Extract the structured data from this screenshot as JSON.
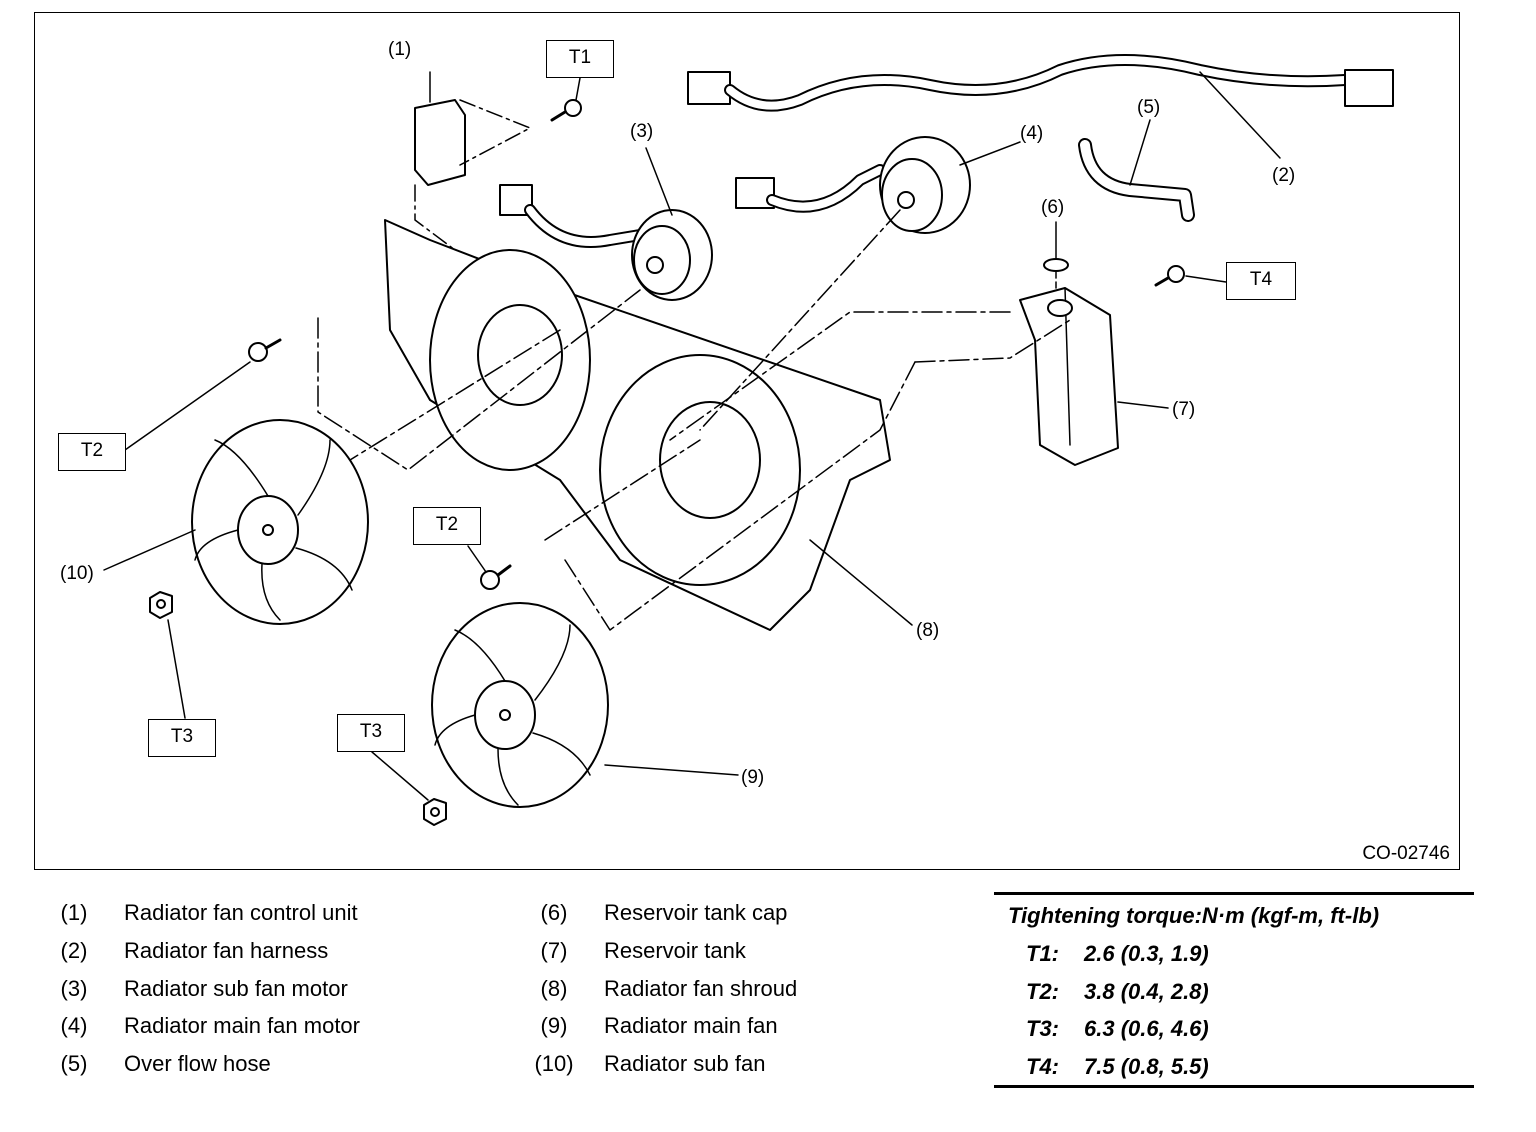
{
  "diagram": {
    "figure_id": "CO-02746",
    "callouts": [
      "(1)",
      "(2)",
      "(3)",
      "(4)",
      "(5)",
      "(6)",
      "(7)",
      "(8)",
      "(9)",
      "(10)"
    ],
    "torque_tags": [
      "T1",
      "T2",
      "T2",
      "T3",
      "T3",
      "T4"
    ]
  },
  "legend": {
    "left": [
      {
        "num": "(1)",
        "label": "Radiator fan control unit"
      },
      {
        "num": "(2)",
        "label": "Radiator fan harness"
      },
      {
        "num": "(3)",
        "label": "Radiator sub fan motor"
      },
      {
        "num": "(4)",
        "label": "Radiator main fan motor"
      },
      {
        "num": "(5)",
        "label": "Over flow hose"
      }
    ],
    "right": [
      {
        "num": "(6)",
        "label": "Reservoir tank cap"
      },
      {
        "num": "(7)",
        "label": "Reservoir tank"
      },
      {
        "num": "(8)",
        "label": "Radiator fan shroud"
      },
      {
        "num": "(9)",
        "label": "Radiator main fan"
      },
      {
        "num": "(10)",
        "label": "Radiator sub fan"
      }
    ]
  },
  "torque": {
    "title": "Tightening torque:N·m (kgf-m, ft-lb)",
    "rows": [
      {
        "key": "T1:",
        "value": "2.6 (0.3, 1.9)"
      },
      {
        "key": "T2:",
        "value": "3.8 (0.4, 2.8)"
      },
      {
        "key": "T3:",
        "value": "6.3 (0.6, 4.6)"
      },
      {
        "key": "T4:",
        "value": "7.5 (0.8, 5.5)"
      }
    ]
  }
}
